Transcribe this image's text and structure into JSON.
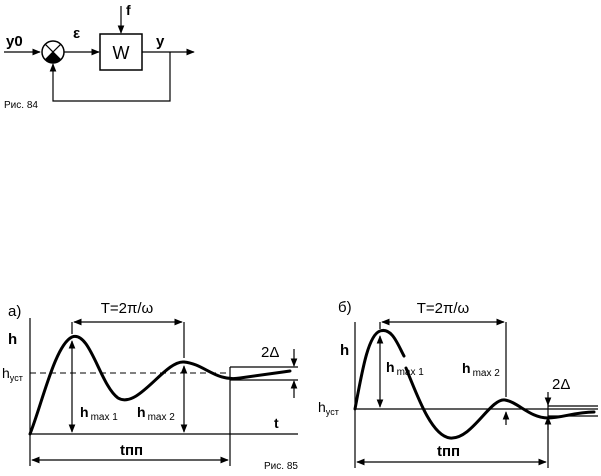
{
  "fig84": {
    "input_label": "y0",
    "error_label": "ε",
    "disturbance_label": "f",
    "block_label": "W",
    "output_label": "y",
    "caption": "Рис. 84"
  },
  "fig85": {
    "caption": "Рис. 85",
    "a": {
      "panel_label": "а)",
      "axis_label": "h",
      "steady_label": "h",
      "steady_sub": "уст",
      "period_label": "T=2π/ω",
      "hmax1_label": "h",
      "hmax1_sub": "max 1",
      "hmax2_label": "h",
      "hmax2_sub": "max 2",
      "delta_label": "2Δ",
      "time_axis_label": "t",
      "settling_label": "tпп"
    },
    "b": {
      "panel_label": "б)",
      "axis_label": "h",
      "steady_label": "h",
      "steady_sub": "уст",
      "period_label": "T=2π/ω",
      "hmax1_label": "h",
      "hmax1_sub": "max 1",
      "hmax2_label": "h",
      "hmax2_sub": "max 2",
      "delta_label": "2Δ",
      "settling_label": "tпп"
    }
  }
}
